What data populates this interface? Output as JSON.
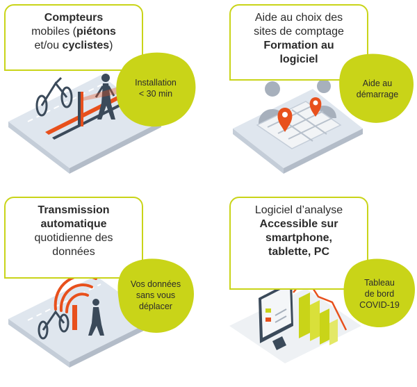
{
  "colors": {
    "accent": "#c9d418",
    "orange": "#e8501c",
    "dark": "#3b4a5a",
    "ground": "#dfe6ee"
  },
  "panels": [
    {
      "title_lines": [
        {
          "bold": "Compteurs",
          "text": ""
        },
        {
          "text": "mobiles (",
          "bold": "piétons"
        },
        {
          "text": "et/ou ",
          "bold": "cyclistes",
          "after": ")"
        }
      ],
      "badge": [
        "Installation",
        "< 30 min"
      ],
      "icons": [
        "bicycle-icon",
        "pedestrian-icon",
        "sensor-post-icon"
      ]
    },
    {
      "title_lines": [
        "Aide au choix des",
        "sites de comptage"
      ],
      "title_bold": [
        "Formation au",
        "logiciel"
      ],
      "badge": [
        "Aide au",
        "démarrage"
      ],
      "icons": [
        "map-icon",
        "user-icon",
        "location-pin-icon"
      ]
    },
    {
      "title_bold": [
        "Transmission",
        "automatique"
      ],
      "title_lines": [
        "quotidienne des",
        "données"
      ],
      "badge": [
        "Vos données",
        "sans vous",
        "déplacer"
      ],
      "icons": [
        "wifi-signal-icon",
        "bicycle-icon",
        "pedestrian-icon"
      ]
    },
    {
      "title_lines": [
        "Logiciel d’analyse"
      ],
      "title_bold": [
        "Accessible sur",
        "smartphone,",
        "tablette, PC"
      ],
      "badge": [
        "Tableau",
        "de bord",
        "COVID-19"
      ],
      "icons": [
        "monitor-icon",
        "bar-chart-icon"
      ]
    }
  ]
}
